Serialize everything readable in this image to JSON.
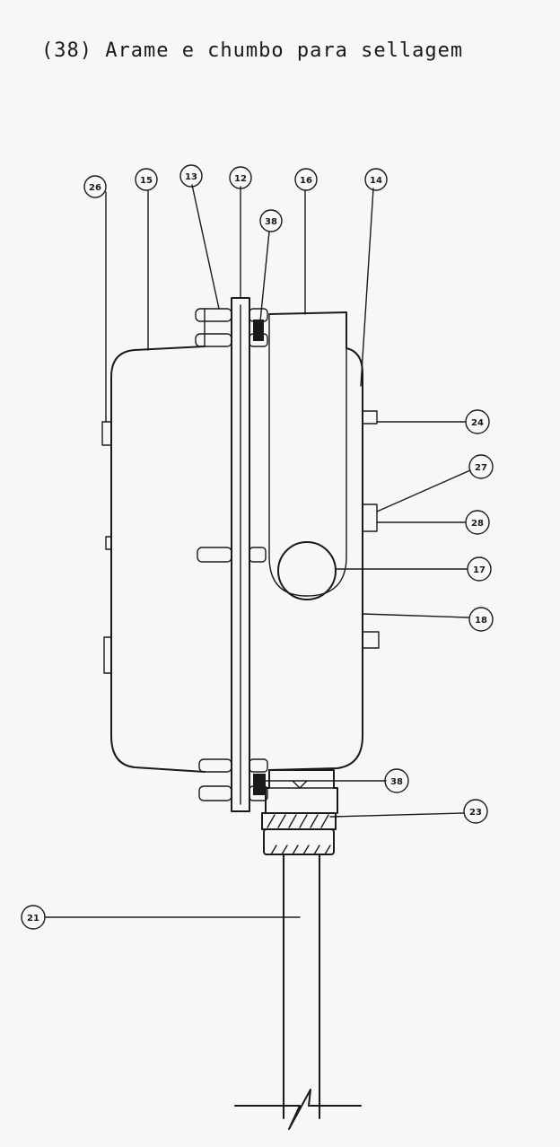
{
  "caption": "(38) Arame e chumbo para sellagem",
  "callouts": [
    {
      "id": "c26",
      "label": "26"
    },
    {
      "id": "c15",
      "label": "15"
    },
    {
      "id": "c13",
      "label": "13"
    },
    {
      "id": "c12",
      "label": "12"
    },
    {
      "id": "c16",
      "label": "16"
    },
    {
      "id": "c14",
      "label": "14"
    },
    {
      "id": "c38a",
      "label": "38"
    },
    {
      "id": "c24",
      "label": "24"
    },
    {
      "id": "c27",
      "label": "27"
    },
    {
      "id": "c28",
      "label": "28"
    },
    {
      "id": "c17",
      "label": "17"
    },
    {
      "id": "c18",
      "label": "18"
    },
    {
      "id": "c38b",
      "label": "38"
    },
    {
      "id": "c23",
      "label": "23"
    },
    {
      "id": "c21",
      "label": "21"
    }
  ]
}
